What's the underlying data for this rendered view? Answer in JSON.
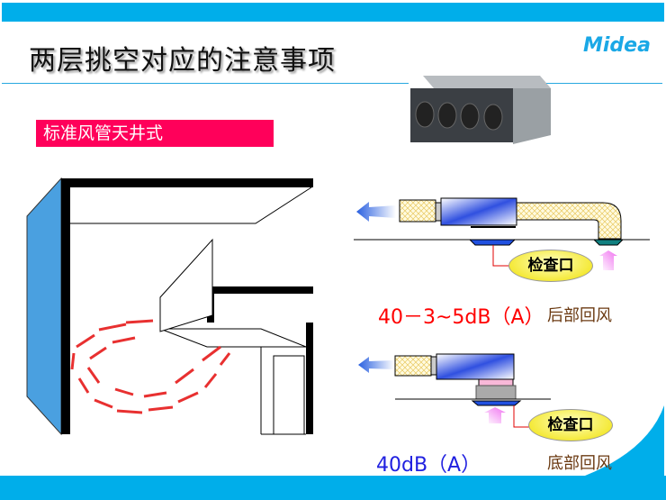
{
  "header": {
    "title": "两层挑空对应的注意事项",
    "logo": "Midea"
  },
  "section_tag": "标准风管天井式",
  "diagram_top": {
    "noise": "40－3~5dB（A）",
    "return_type": "后部回风",
    "callout": "检查口"
  },
  "diagram_bottom": {
    "noise": "40dB（A）",
    "return_type": "底部回风",
    "callout": "检查口"
  },
  "colors": {
    "accent": "#00aeea",
    "tag": "#ff005a",
    "red_text": "#ff0000",
    "blue_text": "#2020e0"
  }
}
